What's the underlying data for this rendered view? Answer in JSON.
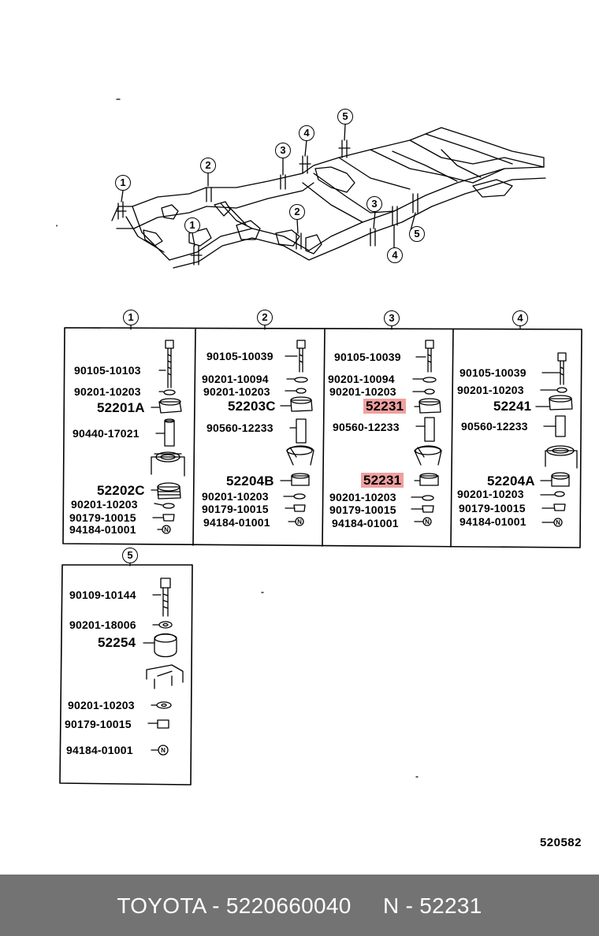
{
  "frame_callouts": [
    "1",
    "2",
    "3",
    "4",
    "5",
    "2",
    "1",
    "3",
    "5",
    "4"
  ],
  "section_numbers": [
    "1",
    "2",
    "3",
    "4",
    "5"
  ],
  "panels": {
    "p1": [
      "90105-10103",
      "90201-10203",
      "52201A",
      "90440-17021",
      "52202C",
      "90201-10203",
      "90179-10015",
      "94184-01001"
    ],
    "p2": [
      "90105-10039",
      "90201-10094",
      "90201-10203",
      "52203C",
      "90560-12233",
      "52204B",
      "90201-10203",
      "90179-10015",
      "94184-01001"
    ],
    "p3": [
      "90105-10039",
      "90201-10094",
      "90201-10203",
      "52231",
      "90560-12233",
      "52231",
      "90201-10203",
      "90179-10015",
      "94184-01001"
    ],
    "p4": [
      "90105-10039",
      "90201-10203",
      "52241",
      "90560-12233",
      "52204A",
      "90201-10203",
      "90179-10015",
      "94184-01001"
    ],
    "p5": [
      "90109-10144",
      "90201-18006",
      "52254",
      "90201-10203",
      "90179-10015",
      "94184-01001"
    ]
  },
  "nut_symbol": "N",
  "drawing_code": "520582",
  "footer": {
    "brand": "TOYOTA",
    "part_number": "5220660040",
    "ref": "N - 52231",
    "text": "TOYOTA - 5220660040     N - 52231"
  },
  "colors": {
    "highlight": "#f0a0a0",
    "footer_bg": "#737373",
    "footer_text": "#ffffff"
  }
}
